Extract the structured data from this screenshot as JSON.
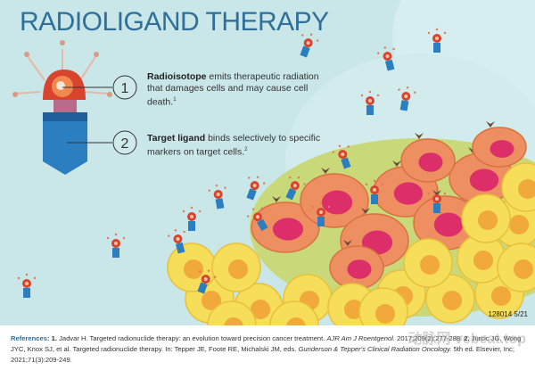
{
  "title": "RADIOLIGAND THERAPY",
  "callouts": [
    {
      "number": "1",
      "bold": "Radioisotope",
      "text": " emits therapeutic radiation that damages cells and may cause cell death.",
      "sup": "1"
    },
    {
      "number": "2",
      "bold": "Target ligand",
      "text": " binds selectively to specific markers on target cells.",
      "sup": "2"
    }
  ],
  "code": "128014 5/21",
  "references": {
    "label": "References:",
    "r1_num": "1.",
    "r1_text": " Jadvar H. Targeted radionuclide therapy: an evolution toward precision cancer treatment. ",
    "r1_journal": "AJR Am J Roentgenol.",
    "r1_end": " 2017;209(2):277-288. ",
    "r2_num": "2.",
    "r2_text": " Jurcic JG, Wong JYC, Knox SJ, et al. Targeted radionuclide therapy. In: Tepper JE, Foote RE, Michalski JM, eds. ",
    "r2_book": "Gunderson & Tepper's Clinical Radiation Oncology.",
    "r2_end": " 5th ed. Elsevier, Inc; 2021;71(3):209-249."
  },
  "watermark": "动脉网 vcbeat.top",
  "colors": {
    "title": "#2f6f9a",
    "background": "#c9e6e8",
    "isotope": "#d8442e",
    "ligand": "#2b7fc0",
    "tumor_cell": "#ee8f62",
    "tumor_nucleus": "#dc2f6a",
    "healthy_cell": "#f6dd5a",
    "healthy_nucleus": "#f0a93a"
  }
}
